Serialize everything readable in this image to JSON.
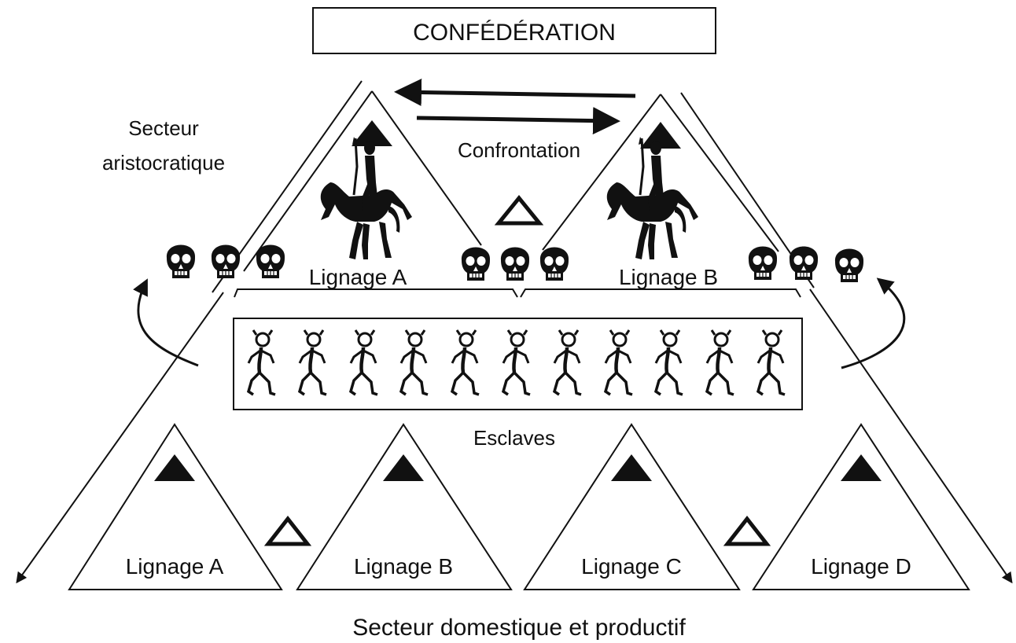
{
  "title": "CONFÉDÉRATION",
  "aristocratic_sector_label": [
    "Secteur",
    "aristocratique"
  ],
  "confrontation_label": "Confrontation",
  "upper_lineages": [
    "Lignage A",
    "Lignage B"
  ],
  "slaves_label": "Esclaves",
  "slave_count": 11,
  "lower_lineages": [
    "Lignage A",
    "Lignage B",
    "Lignage C",
    "Lignage D"
  ],
  "domestic_sector_label": "Secteur domestique et productif",
  "icons": {
    "chief": "filled-triangle-icon",
    "neutral": "hollow-triangle-icon",
    "skull": "skull-icon",
    "horseman": "horseman-icon",
    "slave": "slave-figure-icon"
  },
  "colors": {
    "ink": "#111111",
    "background": "#ffffff"
  }
}
